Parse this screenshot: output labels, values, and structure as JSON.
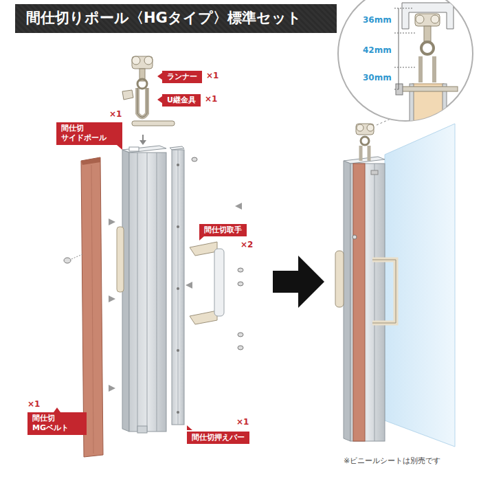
{
  "diagram": {
    "title": "間仕切りポール〈HGタイプ〉標準セット",
    "nodes": [
      {
        "text": [
          "ランナー",
          "×1"
        ]
      },
      {
        "text": [
          "U継金具",
          "×1"
        ]
      },
      {
        "text": [
          "間仕切 サイドポール",
          "×1"
        ]
      },
      {
        "text": [
          "間仕切取手",
          "×2"
        ]
      },
      {
        "text": [
          "間仕切 MGベルト",
          "×1"
        ]
      },
      {
        "text": [
          "間仕切押えバー",
          "×1"
        ]
      }
    ],
    "labels": [
      "36mm",
      "42mm",
      "30mm",
      "※ビニールシートは別売です"
    ]
  }
}
